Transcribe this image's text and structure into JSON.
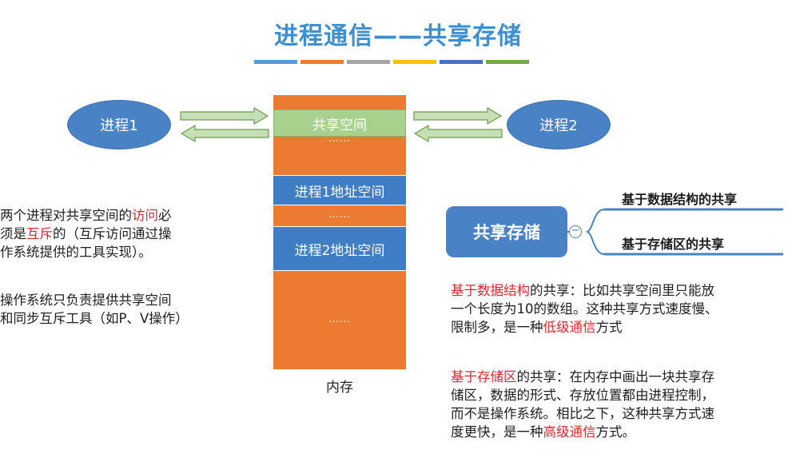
{
  "title": "进程通信——共享存储",
  "colors": {
    "title": "#3d8fd0",
    "bars": [
      "#5b9bd5",
      "#ed7d31",
      "#a5a5a5",
      "#ffc000",
      "#4472c4",
      "#70ad47"
    ],
    "process": "#4a82c6",
    "memory_orange": "#ec7a30",
    "memory_green": "#a9d18e",
    "memory_blue": "#3f7ec4",
    "highlight": "#e8262d"
  },
  "processes": {
    "p1": "进程1",
    "p2": "进程2"
  },
  "memory": {
    "shared": "共享空间",
    "p1_space": "进程1地址空间",
    "p2_space": "进程2地址空间",
    "ellipsis": "……",
    "label": "内存"
  },
  "left_notes": {
    "n1": {
      "l1a": "两个进程对共享空间的",
      "l1b": "访问",
      "l1c": "必",
      "l2a": "须是",
      "l2b": "互斥",
      "l2c": "的（互斥访问通过操",
      "l3": "作系统提供的工具实现）。"
    },
    "n2": {
      "l1": "操作系统只负责提供共享空间",
      "l2": "和同步互斥工具（如P、V操作）"
    }
  },
  "mindmap": {
    "root": "共享存储",
    "toggle": "−",
    "branches": [
      "基于数据结构的共享",
      "基于存储区的共享"
    ]
  },
  "right_notes": {
    "n1": {
      "l1a": "基于数据结构",
      "l1b": "的共享：比如共享空间里只能放",
      "l2": "一个长度为10的数组。这种共享方式速度慢、",
      "l3a": "限制多，是一种",
      "l3b": "低级通信",
      "l3c": "方式"
    },
    "n2": {
      "l1a": "基于存储区",
      "l1b": "的共享：在内存中画出一块共享存",
      "l2": "储区，数据的形式、存放位置都由进程控制，",
      "l3": "而不是操作系统。相比之下，这种共享方式速",
      "l4a": "度更快，是一种",
      "l4b": "高级通信",
      "l4c": "方式。"
    }
  }
}
